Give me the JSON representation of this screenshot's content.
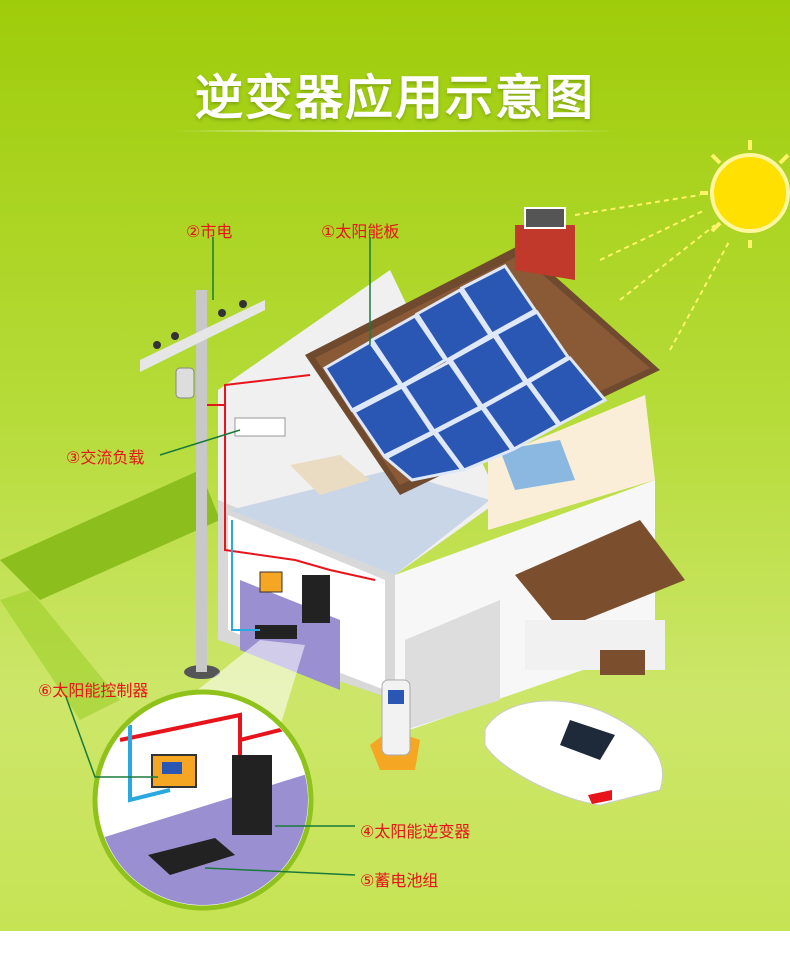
{
  "title": "逆变器应用示意图",
  "labels": {
    "solar_panel": "①太阳能板",
    "grid": "②市电",
    "ac_load": "③交流负载",
    "inverter": "④太阳能逆变器",
    "battery": "⑤蓄电池组",
    "controller": "⑥太阳能控制器"
  },
  "colors": {
    "background": "#a6d01a",
    "title": "#ffffff",
    "label": "#e8141c",
    "leader": "#1a7a3a"
  }
}
